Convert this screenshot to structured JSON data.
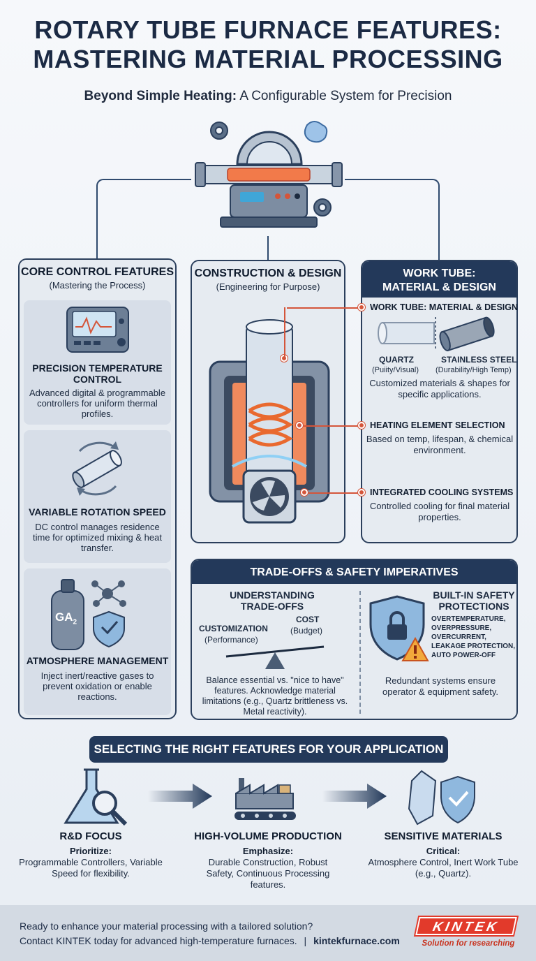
{
  "header": {
    "title_line1": "ROTARY TUBE FURNACE FEATURES:",
    "title_line2": "MASTERING MATERIAL PROCESSING",
    "subtitle_bold": "Beyond Simple Heating:",
    "subtitle_rest": "A Configurable System for Precision"
  },
  "core": {
    "title": "CORE CONTROL FEATURES",
    "subtitle": "(Mastering the Process)",
    "cards": [
      {
        "title": "PRECISION TEMPERATURE CONTROL",
        "text": "Advanced digital & programmable controllers for uniform thermal profiles.",
        "icon": "controller-icon"
      },
      {
        "title": "VARIABLE ROTATION SPEED",
        "text": "DC control manages residence time for optimized mixing & heat transfer.",
        "icon": "rotating-tube-icon"
      },
      {
        "title": "ATMOSPHERE MANAGEMENT",
        "text": "Inject inert/reactive gases to prevent oxidation or enable reactions.",
        "icon": "gas-cylinder-icon",
        "cylinder_label": "GA",
        "cylinder_sub": "2"
      }
    ]
  },
  "construction": {
    "title": "CONSTRUCTION & DESIGN",
    "subtitle": "(Engineering for Purpose)"
  },
  "worktube": {
    "title_line1": "WORK TUBE:",
    "title_line2": "MATERIAL & DESIGN",
    "items": [
      {
        "label": "WORK TUBE: MATERIAL & DESIGN",
        "text": "Customized materials & shapes for specific applications."
      },
      {
        "label": "HEATING ELEMENT SELECTION",
        "text": "Based on temp, lifespan, & chemical environment."
      },
      {
        "label": "INTEGRATED COOLING SYSTEMS",
        "text": "Controlled cooling for final material properties."
      }
    ],
    "quartz": {
      "name": "QUARTZ",
      "note": "(Puiity/Visual)"
    },
    "steel": {
      "name": "STAINLESS STEEL",
      "note": "(Durability/High Temp)"
    }
  },
  "tradeoffs": {
    "title": "TRADE-OFFS & SAFETY IMPERATIVES",
    "left_title_1": "UNDERSTANDING",
    "left_title_2": "TRADE-OFFS",
    "customization": "CUSTOMIZATION",
    "performance": "(Performance)",
    "cost": "COST",
    "budget": "(Budget)",
    "left_text": "Balance essential vs. \"nice to have\" features. Acknowledge material limitations (e.g., Quartz brittleness vs. Metal reactivity).",
    "right_title_1": "BUILT-IN SAFETY",
    "right_title_2": "PROTECTIONS",
    "protections": [
      "OVERTEMPERATURE,",
      "OVERPRESSURE,",
      "OVERCURRENT,",
      "LEAKAGE PROTECTION,",
      "AUTO POWER-OFF"
    ],
    "right_text": "Redundant systems ensure operator & equipment safety."
  },
  "selecting": {
    "banner": "SELECTING THE RIGHT FEATURES FOR YOUR APPLICATION",
    "columns": [
      {
        "title": "R&D FOCUS",
        "sub": "Prioritize:",
        "text": "Programmable Controllers, Variable Speed for flexibility."
      },
      {
        "title": "HIGH-VOLUME PRODUCTION",
        "sub": "Emphasize:",
        "text": "Durable Construction, Robust Safety, Continuous Processing features."
      },
      {
        "title": "SENSITIVE MATERIALS",
        "sub": "Critical:",
        "text": "Atmosphere Control, Inert Work Tube (e.g., Quartz)."
      }
    ]
  },
  "footer": {
    "line1": "Ready to enhance your material processing with a tailored solution?",
    "line2_a": "Contact KINTEK today for advanced high-temperature furnaces.",
    "line2_sep": "|",
    "line2_url": "kintekfurnace.com",
    "logo": "KINTEK",
    "tagline": "Solution for researching"
  },
  "colors": {
    "navy": "#23395a",
    "accent": "#d4553a",
    "brand": "#e23a2b"
  }
}
